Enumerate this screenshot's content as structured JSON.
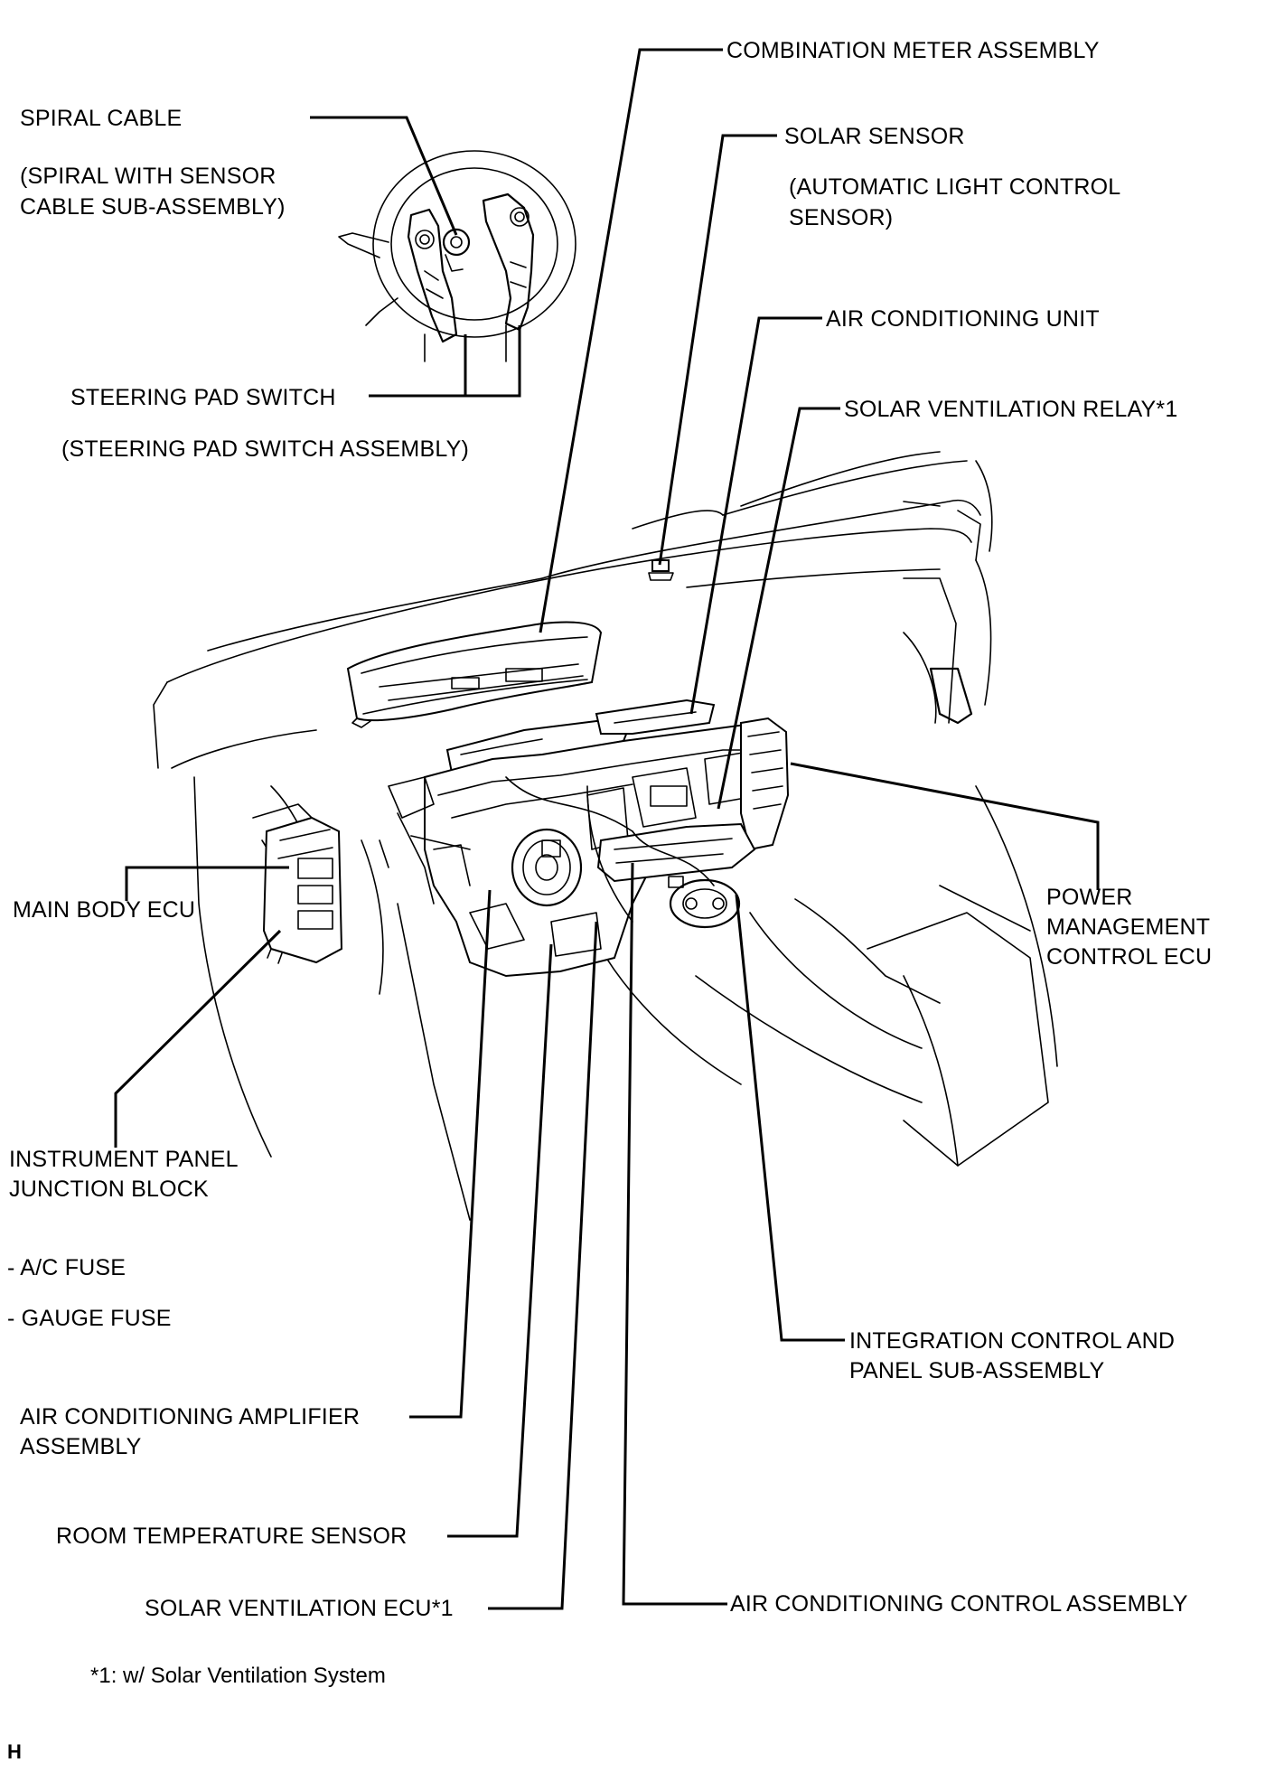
{
  "labels": {
    "spiral_cable": "SPIRAL CABLE",
    "spiral_cable_sub_1": "(SPIRAL WITH SENSOR",
    "spiral_cable_sub_2": "CABLE SUB-ASSEMBLY)",
    "steering_pad_switch": "STEERING PAD SWITCH",
    "steering_pad_switch_sub": "(STEERING PAD SWITCH ASSEMBLY)",
    "combination_meter": "COMBINATION METER ASSEMBLY",
    "solar_sensor": "SOLAR SENSOR",
    "solar_sensor_sub_1": "(AUTOMATIC LIGHT CONTROL",
    "solar_sensor_sub_2": "SENSOR)",
    "air_conditioning_unit": "AIR CONDITIONING UNIT",
    "solar_ventilation_relay": "SOLAR VENTILATION RELAY*1",
    "main_body_ecu": "MAIN BODY ECU",
    "power_management_1": "POWER",
    "power_management_2": "MANAGEMENT",
    "power_management_3": "CONTROL ECU",
    "instrument_panel_jb_1": "INSTRUMENT PANEL",
    "instrument_panel_jb_2": "JUNCTION BLOCK",
    "ac_fuse": "- A/C FUSE",
    "gauge_fuse": "- GAUGE FUSE",
    "integration_control_1": "INTEGRATION CONTROL AND",
    "integration_control_2": "PANEL SUB-ASSEMBLY",
    "ac_amplifier_1": "AIR CONDITIONING AMPLIFIER",
    "ac_amplifier_2": "ASSEMBLY",
    "room_temp_sensor": "ROOM TEMPERATURE SENSOR",
    "solar_ventilation_ecu": "SOLAR VENTILATION ECU*1",
    "ac_control_assembly": "AIR CONDITIONING CONTROL ASSEMBLY"
  },
  "footnote": "*1: w/ Solar Ventilation System",
  "code": "H"
}
